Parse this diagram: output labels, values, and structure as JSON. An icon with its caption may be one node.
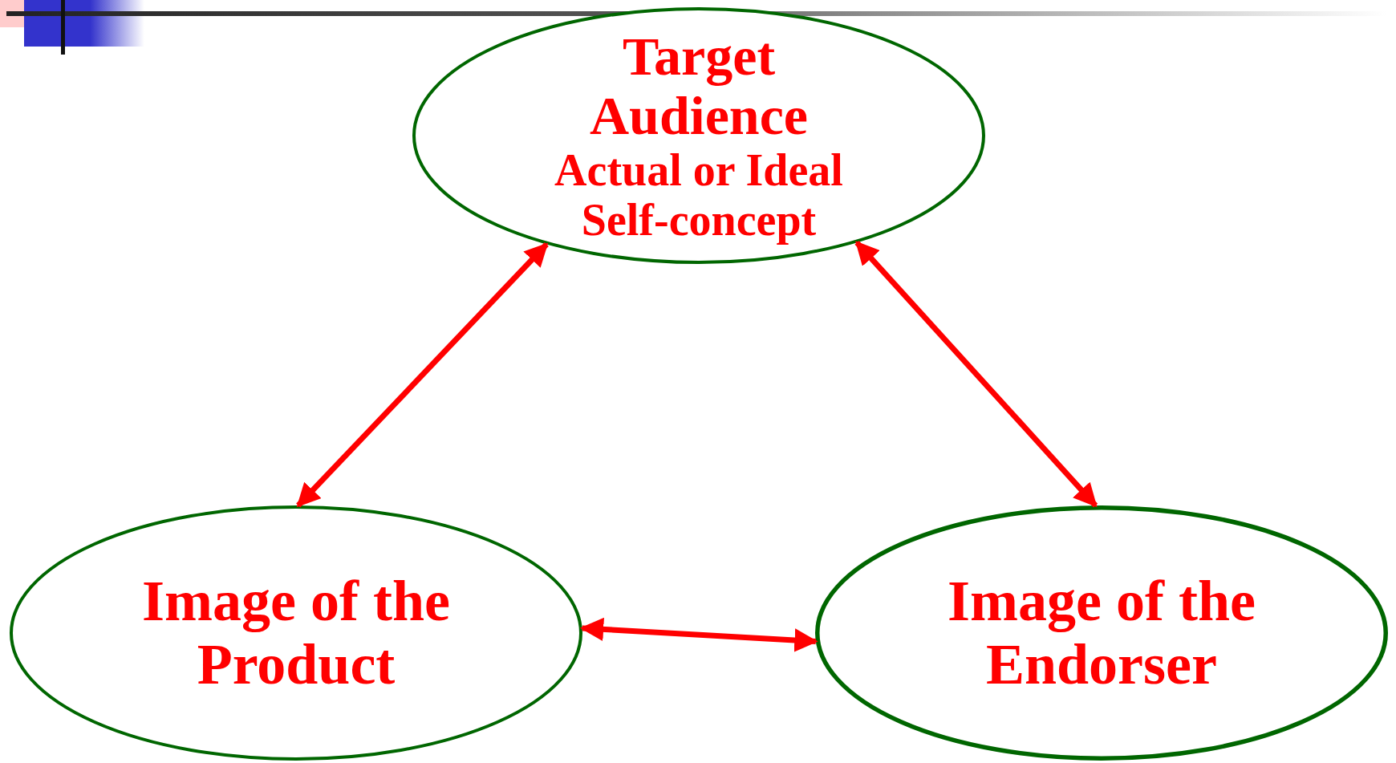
{
  "diagram": {
    "nodes": [
      {
        "text": [
          "Target Audience",
          "Actual or Ideal Self-concept"
        ]
      },
      {
        "text": [
          "Image of the Product"
        ]
      },
      {
        "text": [
          "Image of the Endorser"
        ]
      }
    ],
    "edges": [
      {
        "from": 1,
        "to": 0,
        "arrow": "both"
      },
      {
        "from": 0,
        "to": 2,
        "arrow": "both"
      },
      {
        "from": 1,
        "to": 2,
        "arrow": "both"
      }
    ]
  }
}
